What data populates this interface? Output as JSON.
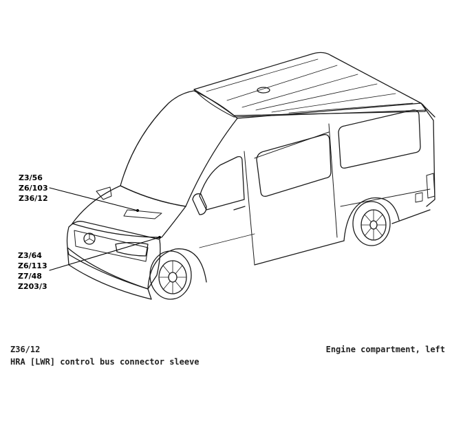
{
  "callouts": {
    "group_a": [
      "Z3/56",
      "Z6/103",
      "Z36/12"
    ],
    "group_b": [
      "Z3/64",
      "Z6/113",
      "Z7/48",
      "Z203/3"
    ]
  },
  "caption": {
    "code": "Z36/12",
    "description": "HRA [LWR] control bus connector sleeve",
    "location": "Engine compartment, left"
  },
  "colors": {
    "line": "#1a1a1a",
    "background": "#ffffff"
  }
}
